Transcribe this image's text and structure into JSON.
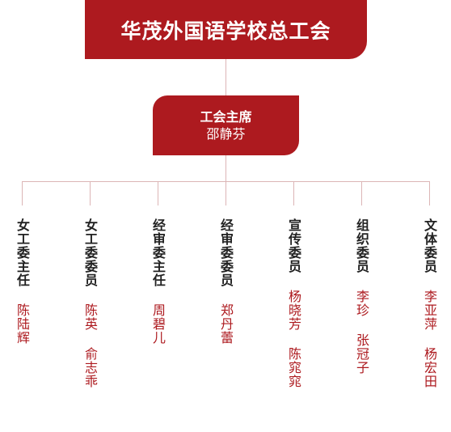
{
  "organization": {
    "title": "华茂外国语学校总工会"
  },
  "chair": {
    "title": "工会主席",
    "name": "邵静芬"
  },
  "members": [
    {
      "role": "女工委主任",
      "names": [
        "陈陆辉"
      ]
    },
    {
      "role": "女工委委员",
      "names": [
        "陈英",
        "俞志乖"
      ]
    },
    {
      "role": "经审委主任",
      "names": [
        "周碧儿"
      ]
    },
    {
      "role": "经审委委员",
      "names": [
        "郑丹蕾"
      ]
    },
    {
      "role": "宣传委员",
      "names": [
        "杨晓芳",
        "陈窕窕"
      ]
    },
    {
      "role": "组织委员",
      "names": [
        "李珍",
        "张冠子"
      ]
    },
    {
      "role": "文体委员",
      "names": [
        "李亚萍",
        "杨宏田"
      ]
    }
  ],
  "colors": {
    "accent": "#ad1a1f",
    "connector": "#dcb5b6",
    "role_text": "#222222"
  }
}
